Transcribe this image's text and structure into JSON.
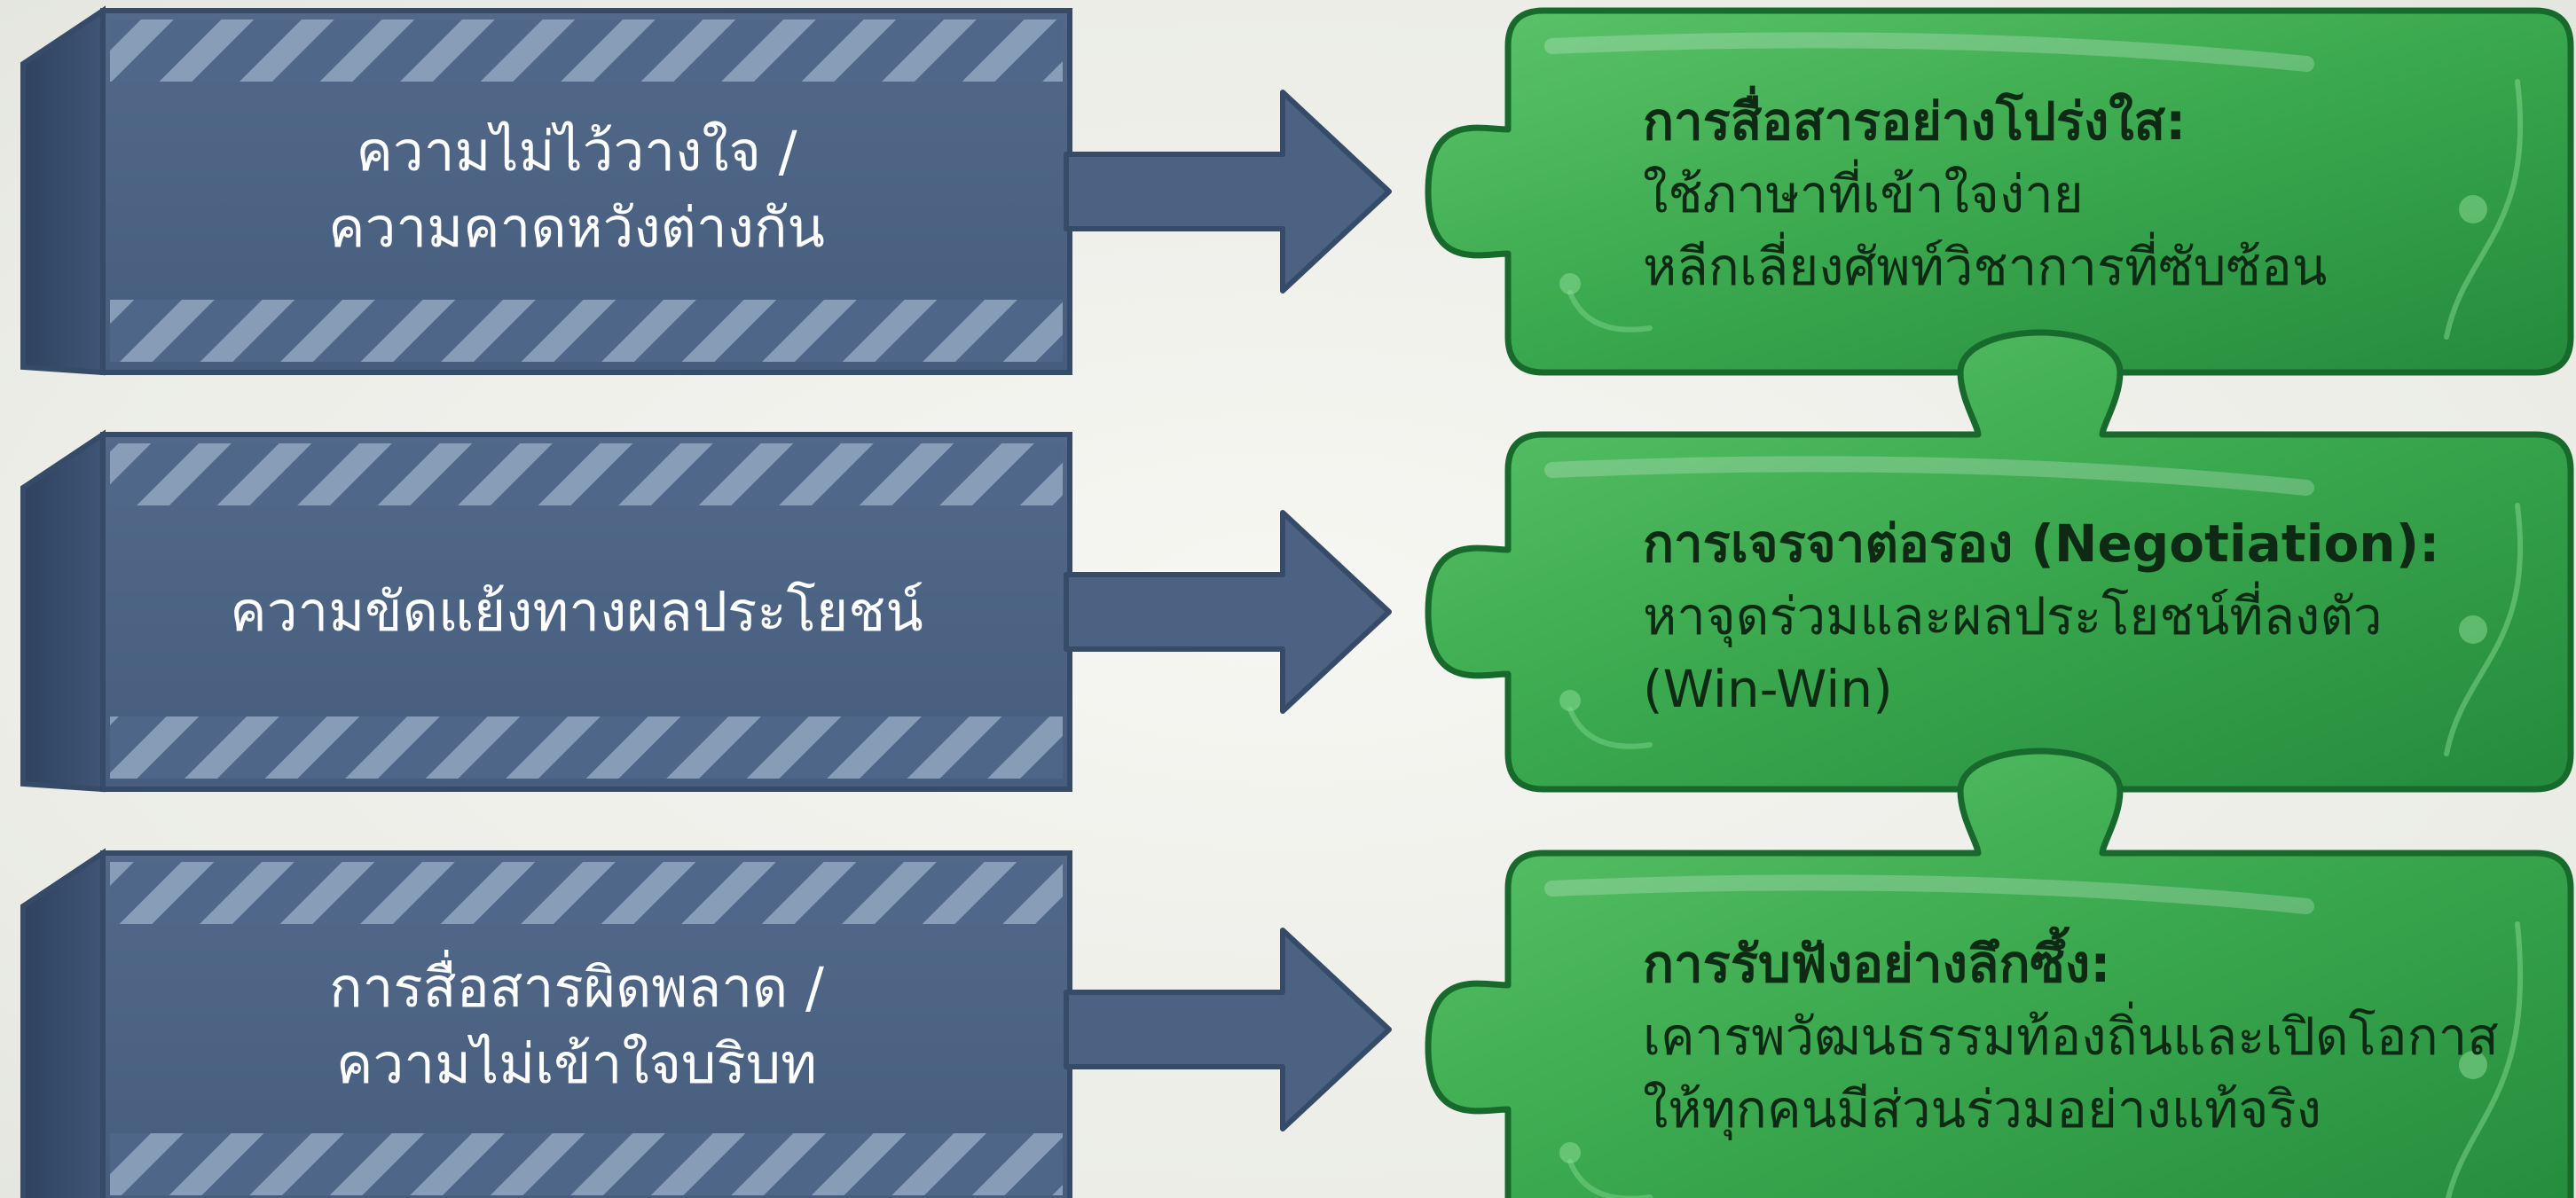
{
  "colors": {
    "background": "#eeefe9",
    "problem_box": "#4b6282",
    "problem_box_dark": "#364b68",
    "problem_stripe": "#8fa3bc",
    "arrow": "#4b6282",
    "puzzle_green": "#3fae52",
    "puzzle_green_dark": "#1e7a35",
    "puzzle_outline": "#176a2c",
    "problem_text": "#ffffff",
    "solution_text": "#0f2a14"
  },
  "rows": [
    {
      "problem": {
        "lines": [
          "ความไม่ไว้วางใจ /",
          "ความคาดหวังต่างกัน"
        ]
      },
      "solution": {
        "title": "การสื่อสารอย่างโปร่งใส:",
        "lines": [
          "ใช้ภาษาที่เข้าใจง่าย",
          "หลีกเลี่ยงศัพท์วิชาการที่ซับซ้อน"
        ]
      }
    },
    {
      "problem": {
        "lines": [
          "ความขัดแย้งทางผลประโยชน์"
        ]
      },
      "solution": {
        "title": "การเจรจาต่อรอง (Negotiation):",
        "lines": [
          "หาจุดร่วมและผลประโยชน์ที่ลงตัว",
          "(Win-Win)"
        ]
      }
    },
    {
      "problem": {
        "lines": [
          "การสื่อสารผิดพลาด /",
          "ความไม่เข้าใจบริบท"
        ]
      },
      "solution": {
        "title": "การรับฟังอย่างลึกซึ้ง:",
        "lines": [
          "เคารพวัฒนธรรมท้องถิ่นและเปิดโอกาส",
          "ให้ทุกคนมีส่วนร่วมอย่างแท้จริง"
        ]
      }
    }
  ]
}
